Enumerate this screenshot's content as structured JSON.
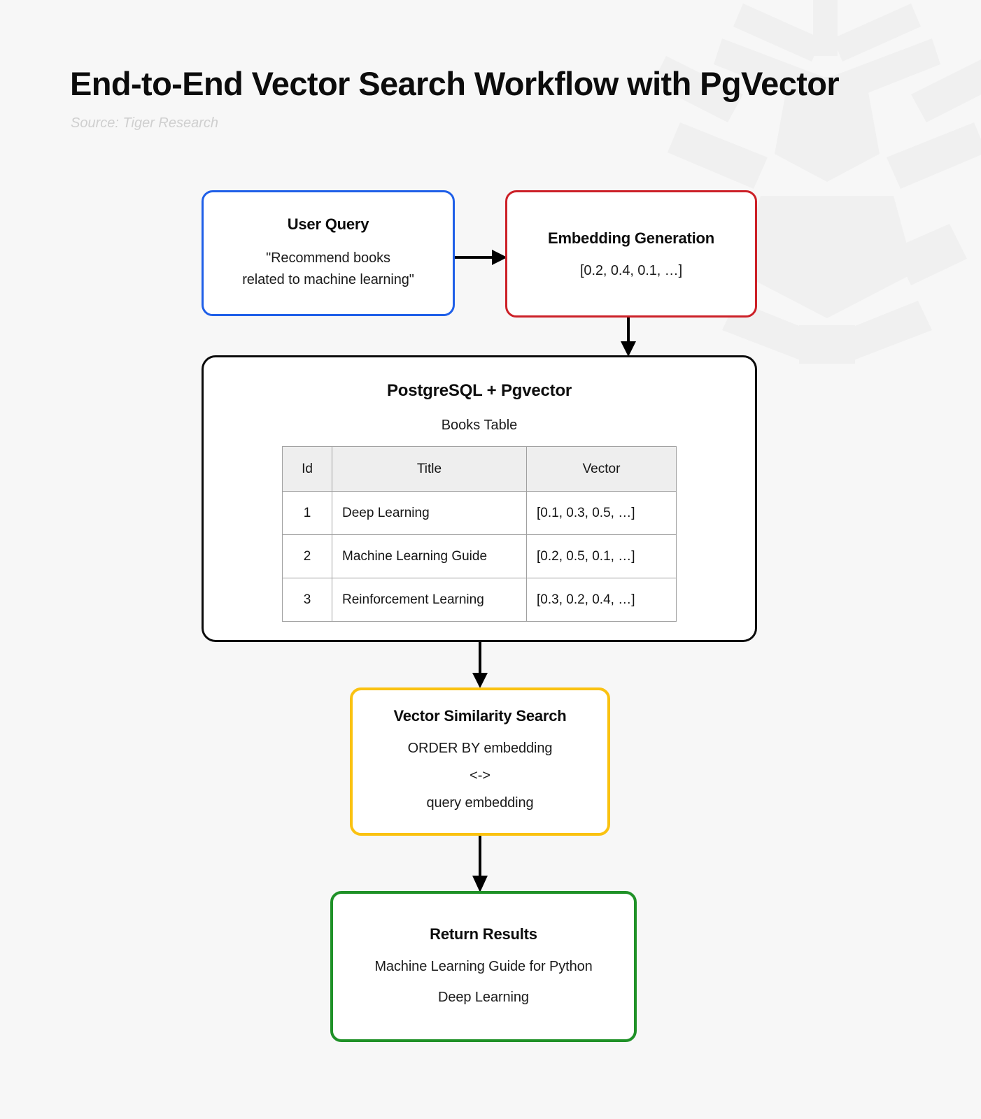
{
  "header": {
    "title": "End-to-End Vector Search Workflow with PgVector",
    "source": "Source: Tiger Research"
  },
  "colors": {
    "background": "#f7f7f7",
    "user_query_border": "#1f5fe8",
    "embedding_border": "#cc2027",
    "postgres_border": "#0b0b0b",
    "vector_search_border": "#fac211",
    "return_results_border": "#1f9127",
    "arrow": "#000000",
    "table_header_bg": "#eeeeee",
    "table_border": "#a0a0a0",
    "subtitle": "#cfcfcf"
  },
  "nodes": {
    "user_query": {
      "title": "User Query",
      "line1": "\"Recommend books",
      "line2": "related to machine learning\""
    },
    "embedding": {
      "title": "Embedding Generation",
      "vector": "[0.2, 0.4, 0.1, …]"
    },
    "postgres": {
      "title": "PostgreSQL + Pgvector",
      "table_caption": "Books Table"
    },
    "vector_search": {
      "title": "Vector Similarity Search",
      "line1": "ORDER BY embedding",
      "line2": "<->",
      "line3": "query embedding"
    },
    "return_results": {
      "title": "Return Results",
      "result1": "Machine Learning Guide for Python",
      "result2": "Deep Learning"
    }
  },
  "books_table": {
    "columns": [
      "Id",
      "Title",
      "Vector"
    ],
    "rows": [
      {
        "id": "1",
        "title": "Deep Learning",
        "vector": "[0.1, 0.3, 0.5, …]"
      },
      {
        "id": "2",
        "title": "Machine Learning Guide",
        "vector": "[0.2, 0.5, 0.1, …]"
      },
      {
        "id": "3",
        "title": "Reinforcement Learning",
        "vector": "[0.3, 0.2, 0.4, …]"
      }
    ]
  },
  "connectors": [
    {
      "name": "user-query-to-embedding",
      "direction": "right"
    },
    {
      "name": "embedding-to-postgres",
      "direction": "down"
    },
    {
      "name": "postgres-to-vector-search",
      "direction": "down"
    },
    {
      "name": "vector-search-to-return-results",
      "direction": "down"
    }
  ]
}
